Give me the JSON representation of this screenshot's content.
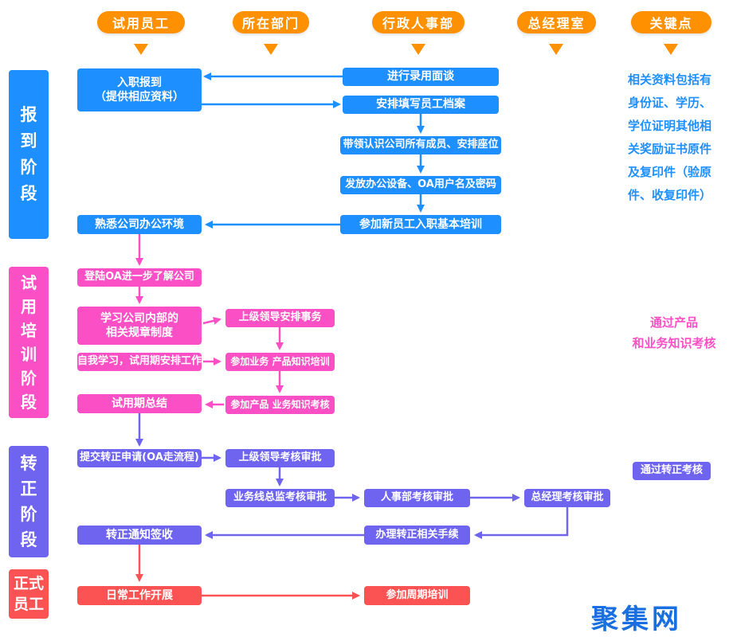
{
  "colors": {
    "orange": "#ff9000",
    "blue": "#1e8fff",
    "pink": "#fb4fc5",
    "purple": "#6e64f0",
    "red": "#fb5353",
    "logo_blue": "#1a6fe0"
  },
  "lanes": [
    {
      "label": "试用员工"
    },
    {
      "label": "所在部门"
    },
    {
      "label": "行政人事部"
    },
    {
      "label": "总经理室"
    },
    {
      "label": "关键点"
    }
  ],
  "stages": [
    {
      "label": "报到阶段"
    },
    {
      "label": "试用培训阶段"
    },
    {
      "label": "转正阶段"
    },
    {
      "label": "正式员工"
    }
  ],
  "boxes": {
    "onboard_report": "入职报到\n（提供相应资料）",
    "interview": "进行录用面谈",
    "fill_archive": "安排填写员工档案",
    "introduce_members": "带领认识公司所有成员、安排座位",
    "issue_equipment": "发放办公设备、OA用户名及密码",
    "basic_training": "参加新员工入职基本培训",
    "familiarize_env": "熟悉公司办公环境",
    "login_oa": "登陆OA进一步了解公司",
    "learn_rules": "学习公司内部的\n相关规章制度",
    "leader_assign": "上级领导安排事务",
    "self_study": "自我学习，试用期安排工作",
    "biz_training": "参加业务 产品知识培训",
    "product_exam": "参加产品 业务知识考核",
    "probation_summary": "试用期总结",
    "submit_application": "提交转正申请(OA走流程)",
    "leader_review": "上级领导考核审批",
    "director_review": "业务线总监考核审批",
    "hr_review": "人事部考核审批",
    "gm_review": "总经理考核审批",
    "handle_procedures": "办理转正相关手续",
    "notice_sign": "转正通知签收",
    "daily_work": "日常工作开展",
    "periodic_training": "参加周期培训"
  },
  "keypoints": {
    "materials": "相关资料包括有\n身份证、学历、\n学位证明其他相\n关奖励证书原件\n及复印件（验原\n件、收复印件）",
    "pass_knowledge": "通过产品\n和业务知识考核",
    "pass_review": "通过转正考核"
  },
  "logo": "聚集网"
}
